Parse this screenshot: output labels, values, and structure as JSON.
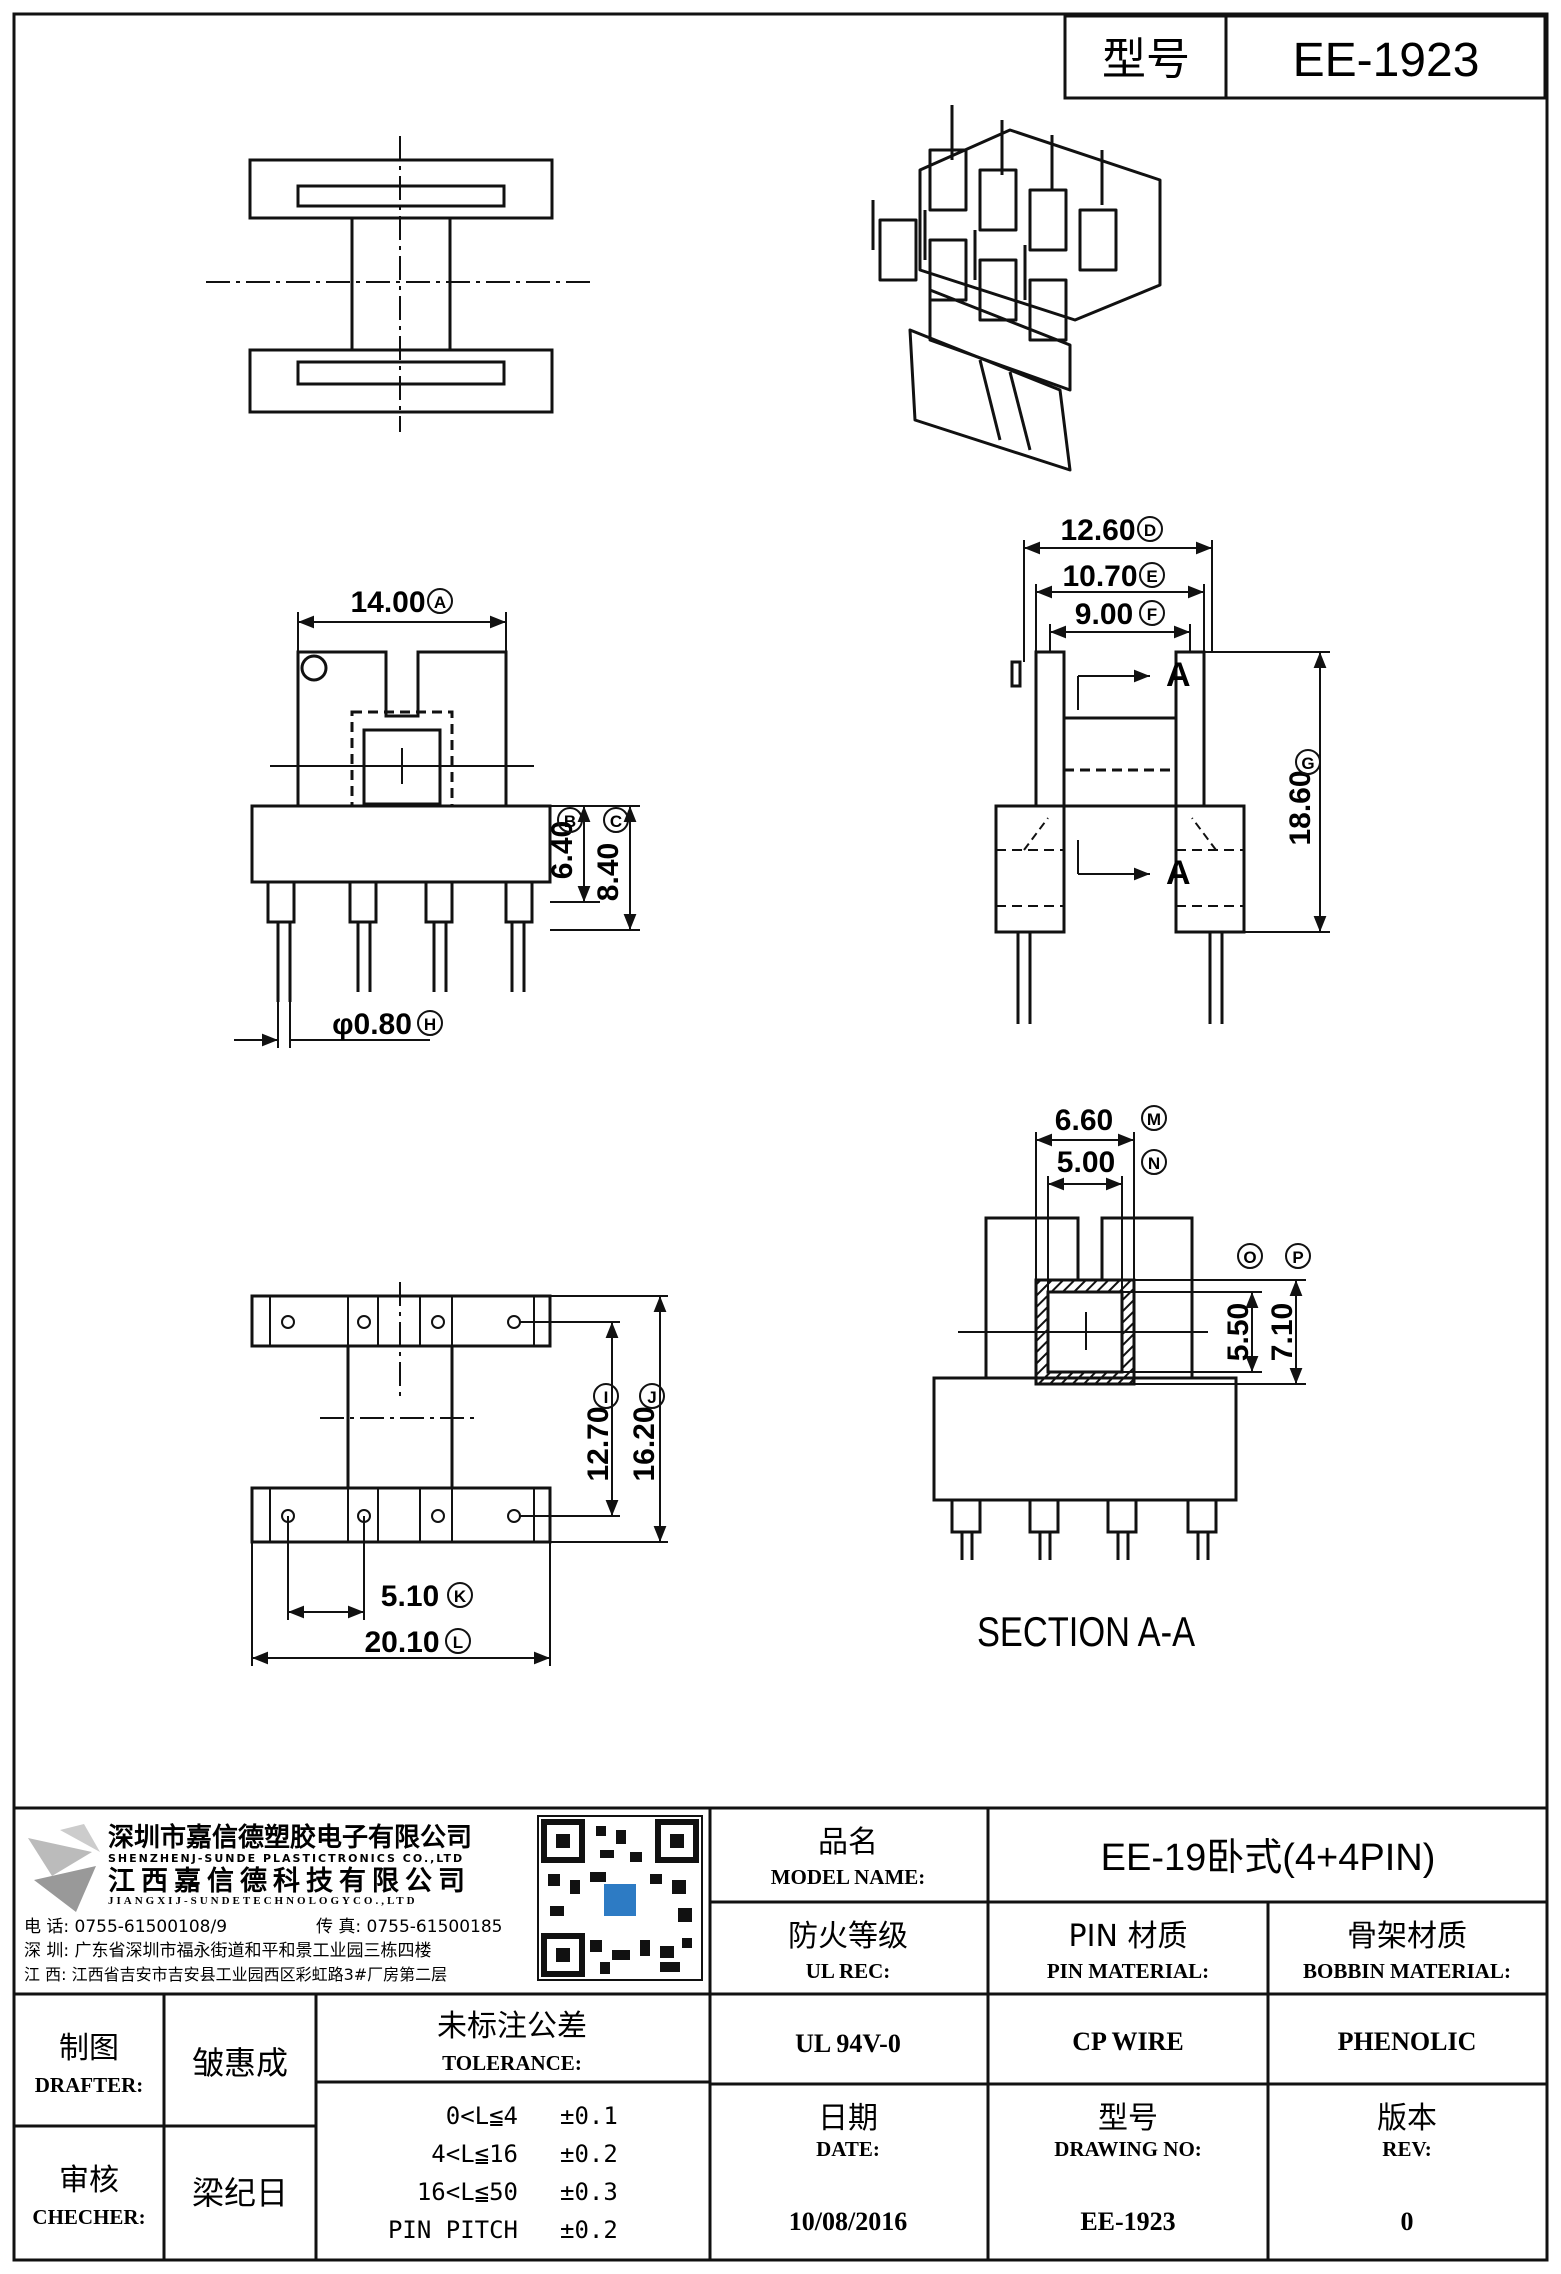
{
  "header": {
    "model_label": "型号",
    "model_value": "EE-1923"
  },
  "views": {
    "front": {
      "dim_a": "14.00",
      "dim_b": "6.40",
      "dim_c": "8.40",
      "dim_h": "φ0.80",
      "tag_a": "A",
      "tag_b": "B",
      "tag_c": "C",
      "tag_h": "H"
    },
    "side": {
      "dim_d": "12.60",
      "dim_e": "10.70",
      "dim_f": "9.00",
      "dim_g": "18.60",
      "tag_d": "D",
      "tag_e": "E",
      "tag_f": "F",
      "tag_g": "G",
      "section_mark": "A"
    },
    "bottom": {
      "dim_i": "12.70",
      "dim_j": "16.20",
      "dim_k": "5.10",
      "dim_l": "20.10",
      "tag_i": "I",
      "tag_j": "J",
      "tag_k": "K",
      "tag_l": "L"
    },
    "section": {
      "dim_m": "6.60",
      "dim_n": "5.00",
      "dim_o": "5.50",
      "dim_p": "7.10",
      "tag_m": "M",
      "tag_n": "N",
      "tag_o": "O",
      "tag_p": "P",
      "title": "SECTION A-A"
    }
  },
  "company": {
    "name_cn_1": "深圳市嘉信德塑胶电子有限公司",
    "name_en_1": "SHENZHENJ-SUNDE PLASTICTRONICS CO.,LTD",
    "name_cn_2": "江西嘉信德科技有限公司",
    "name_en_2": "JIANGXIJ-SUNDETECHNOLOGYCO.,LTD",
    "tel": "电 话: 0755-61500108/9",
    "fax": "传 真: 0755-61500185",
    "addr_sz": "深 圳: 广东省深圳市福永街道和平和景工业园三栋四楼",
    "addr_jx": "江 西: 江西省吉安市吉安县工业园西区彩虹路3#厂房第二层"
  },
  "title_block": {
    "product_name_cn": "品名",
    "product_name_en": "MODEL NAME:",
    "product_name_value": "EE-19卧式(4+4PIN)",
    "ul_cn": "防火等级",
    "ul_en": "UL REC:",
    "ul_value": "UL 94V-0",
    "pin_cn": "PIN 材质",
    "pin_en": "PIN MATERIAL:",
    "pin_value": "CP WIRE",
    "bobbin_cn": "骨架材质",
    "bobbin_en": "BOBBIN MATERIAL:",
    "bobbin_value": "PHENOLIC",
    "drafter_cn": "制图",
    "drafter_en": "DRAFTER:",
    "drafter_value": "皱惠成",
    "checker_cn": "审核",
    "checker_en": "CHECHER:",
    "checker_value": "梁纪日",
    "tol_cn": "未标注公差",
    "tol_en": "TOLERANCE:",
    "tolerances": [
      {
        "range": "0<L≦4",
        "value": "±0.1"
      },
      {
        "range": "4<L≦16",
        "value": "±0.2"
      },
      {
        "range": "16<L≦50",
        "value": "±0.3"
      },
      {
        "range": "PIN PITCH",
        "value": "±0.2"
      }
    ],
    "date_cn": "日期",
    "date_en": "DATE:",
    "date_value": "10/08/2016",
    "drawing_cn": "型号",
    "drawing_en": "DRAWING NO:",
    "drawing_value": "EE-1923",
    "rev_cn": "版本",
    "rev_en": "REV:",
    "rev_value": "0"
  }
}
